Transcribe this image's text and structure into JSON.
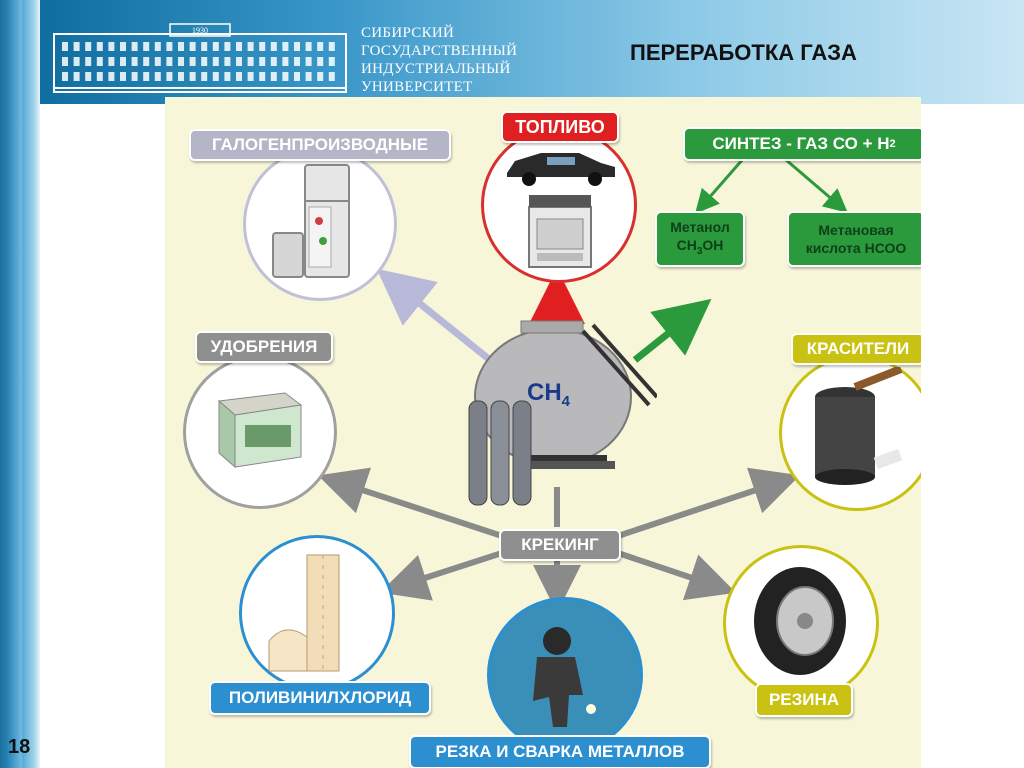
{
  "header": {
    "university_lines": [
      "СИБИРСКИЙ",
      "ГОСУДАРСТВЕННЫЙ",
      "ИНДУСТРИАЛЬНЫЙ",
      "УНИВЕРСИТЕТ"
    ],
    "logo_year": "1930",
    "slide_title": "ПЕРЕРАБОТКА ГАЗА"
  },
  "page_number": "18",
  "diagram": {
    "center_formula": "CH",
    "center_subscript": "4",
    "labels": {
      "halogen": "ГАЛОГЕНПРОИЗВОДНЫЕ",
      "fuel": "ТОПЛИВО",
      "syngas": "СИНТЕЗ - ГАЗ  СО + Н",
      "syngas_sub": "2",
      "methanol_line1": "Метанол",
      "methanol_line2": "СН",
      "methanol_sub": "3",
      "methanol_line2b": "ОН",
      "formic_line1": "Метановая",
      "formic_line2": "кислота НСОО",
      "fertilizer": "УДОБРЕНИЯ",
      "dyes": "КРАСИТЕЛИ",
      "cracking": "КРЕКИНГ",
      "pvc": "ПОЛИВИНИЛХЛОРИД",
      "rubber": "РЕЗИНА",
      "welding": "РЕЗКА И СВАРКА МЕТАЛЛОВ"
    }
  },
  "colors": {
    "header_dark": "#0f6e9f",
    "diagram_bg": "#f8f6d8",
    "red": "#e02020",
    "green": "#2a9a3c",
    "gray": "#8f8f8f",
    "yellow": "#c9c212",
    "blue": "#2b8fd0"
  },
  "icons": [
    "university-building-icon",
    "refrigerator-icon",
    "car-icon",
    "stove-icon",
    "gas-tank-icon",
    "gas-cylinders-icon",
    "fertilizer-box-icon",
    "paint-can-icon",
    "wallpaper-roll-icon",
    "welder-icon",
    "tire-icon"
  ]
}
